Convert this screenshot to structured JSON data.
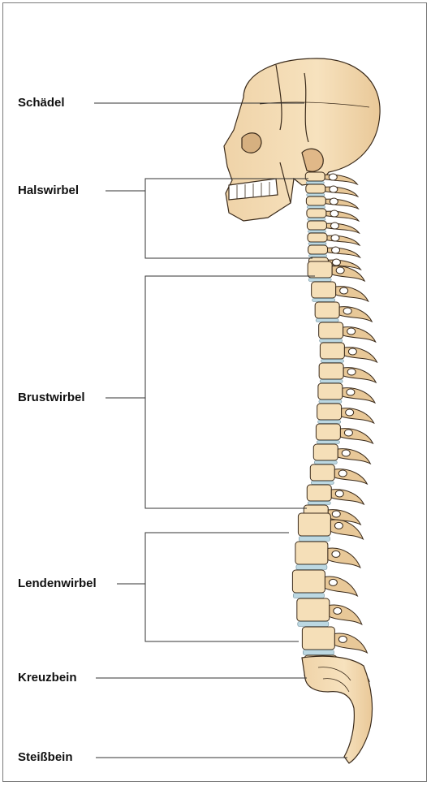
{
  "labels": {
    "skull": "Schädel",
    "cervical": "Halswirbel",
    "thoracic": "Brustwirbel",
    "lumbar": "Lendenwirbel",
    "sacrum": "Kreuzbein",
    "coccyx": "Steißbein"
  },
  "colors": {
    "bone": "#f5dfb8",
    "bone_shade": "#e8c898",
    "bone_outline": "#3a2a1a",
    "disc": "#bcd8e2",
    "leader_line": "#333333",
    "frame": "#7a7a7a"
  }
}
